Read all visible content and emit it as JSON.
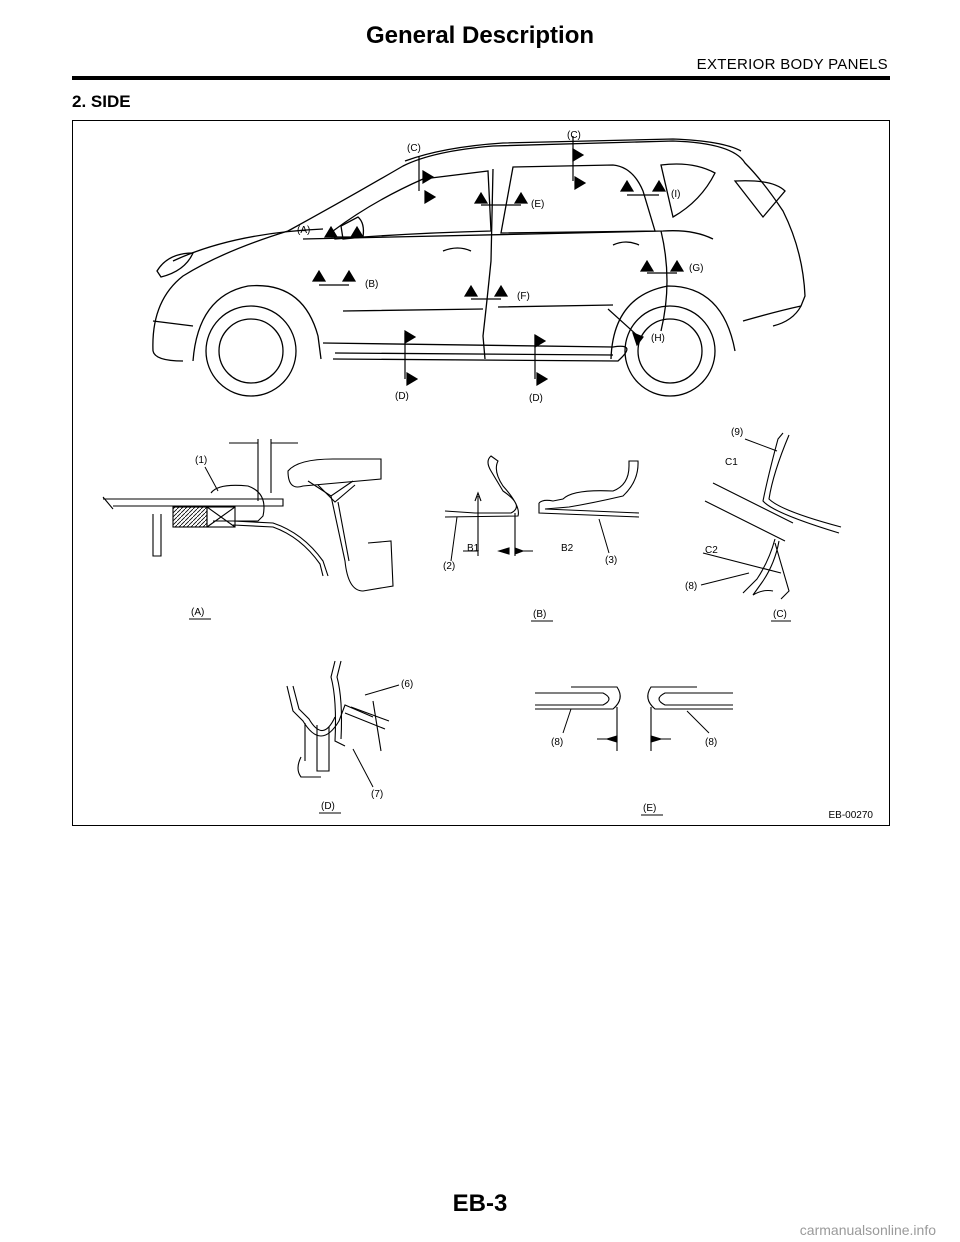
{
  "header": {
    "title": "General Description",
    "subtitle": "EXTERIOR BODY PANELS"
  },
  "section": {
    "heading": "2.  SIDE"
  },
  "figure": {
    "id": "EB-00270",
    "car_callouts": {
      "a": "(A)",
      "b": "(B)",
      "c1": "(C)",
      "c2": "(C)",
      "d1": "(D)",
      "d2": "(D)",
      "e": "(E)",
      "f": "(F)",
      "g": "(G)",
      "h": "(H)",
      "i": "(I)"
    },
    "detail_captions": {
      "a": "(A)",
      "b": "(B)",
      "c": "(C)",
      "d": "(D)",
      "e": "(E)"
    },
    "part_labels": {
      "p1": "(1)",
      "p2": "(2)",
      "p3": "(3)",
      "p6": "(6)",
      "p7": "(7)",
      "p8a": "(8)",
      "p8b": "(8)",
      "p8c": "(8)",
      "p9": "(9)"
    },
    "dimension_labels": {
      "b1": "B1",
      "b2": "B2",
      "c1": "C1",
      "c2": "C2"
    }
  },
  "footer": {
    "page_number": "EB-3",
    "watermark": "carmanualsonline.info"
  }
}
